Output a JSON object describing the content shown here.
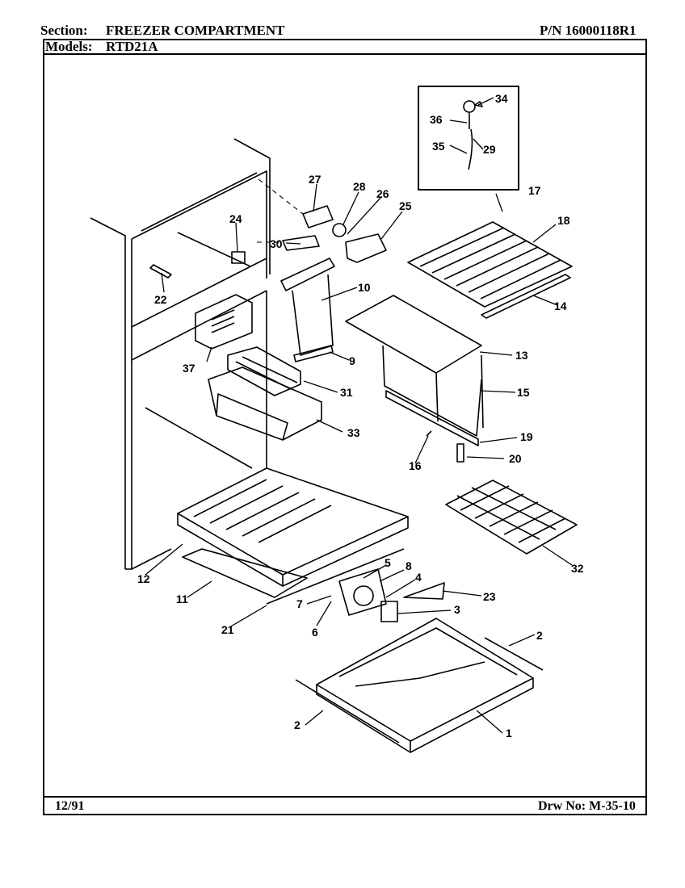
{
  "header": {
    "section_label": "Section:",
    "section_value": "FREEZER COMPARTMENT",
    "part_number": "P/N 16000118R1",
    "models_label": "Models:",
    "models_value": "RTD21A"
  },
  "footer": {
    "date": "12/91",
    "drawing_number": "Drw No: M-35-10"
  },
  "callouts": {
    "c1": "1",
    "c2a": "2",
    "c2b": "2",
    "c3": "3",
    "c4": "4",
    "c5": "5",
    "c6": "6",
    "c7": "7",
    "c8": "8",
    "c9": "9",
    "c10": "10",
    "c11": "11",
    "c12": "12",
    "c13": "13",
    "c14": "14",
    "c15": "15",
    "c16": "16",
    "c17": "17",
    "c18": "18",
    "c19": "19",
    "c20": "20",
    "c21": "21",
    "c22": "22",
    "c23": "23",
    "c24": "24",
    "c25": "25",
    "c26": "26",
    "c27": "27",
    "c28": "28",
    "c29": "29",
    "c30": "30",
    "c31": "31",
    "c32": "32",
    "c33": "33",
    "c34": "34",
    "c35": "35",
    "c36": "36",
    "c37": "37"
  }
}
